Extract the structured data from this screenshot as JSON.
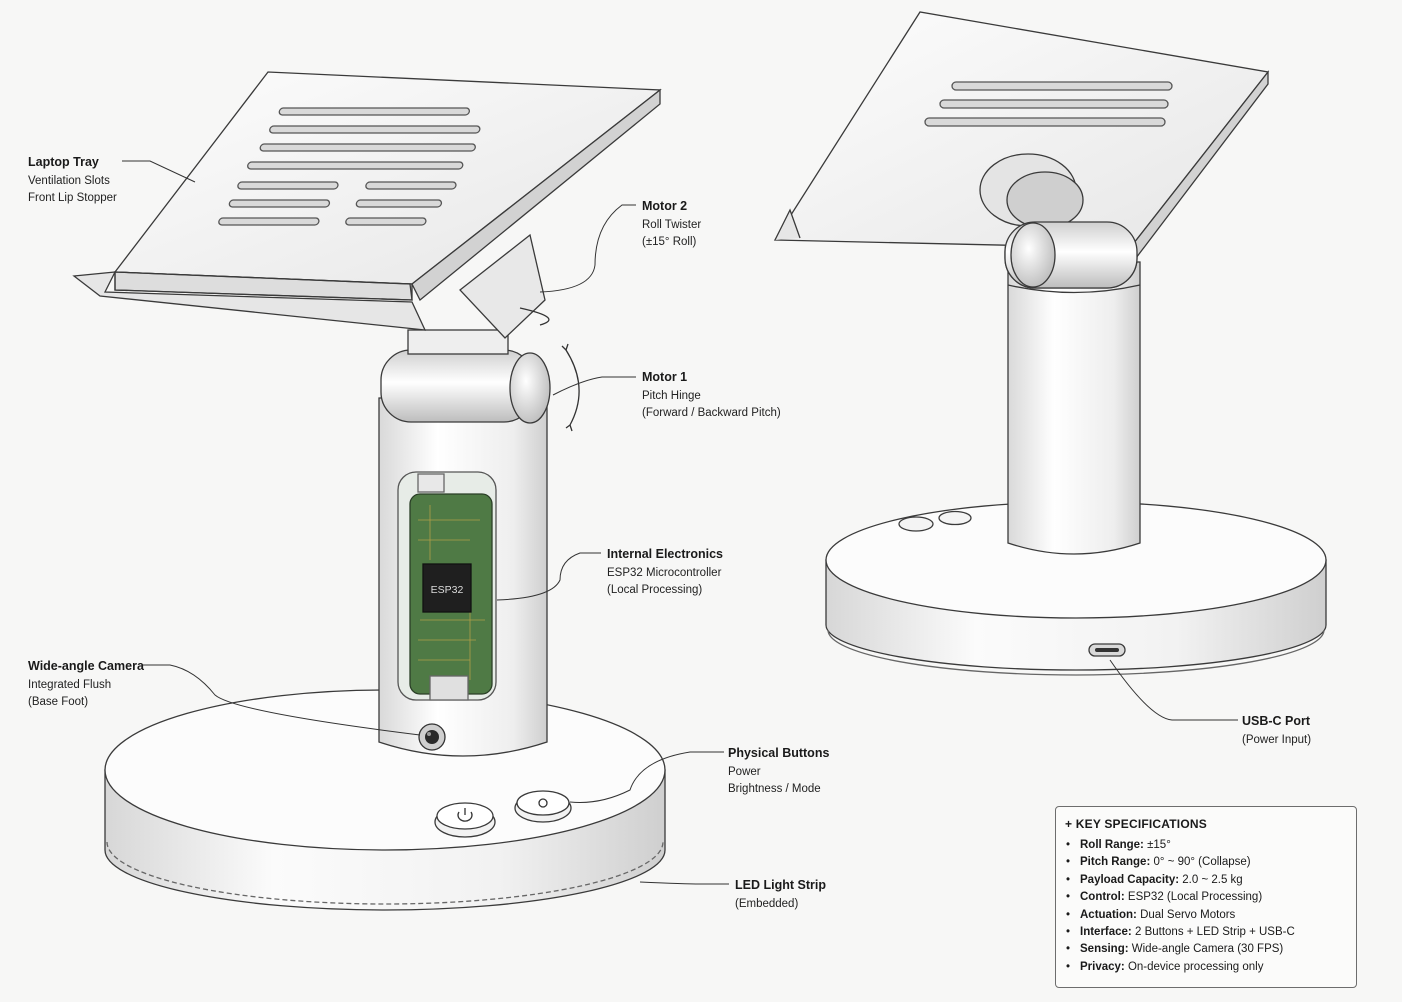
{
  "callouts": {
    "laptop_tray": {
      "title": "Laptop Tray",
      "lines": [
        "Ventilation Slots",
        "Front Lip Stopper"
      ]
    },
    "motor2": {
      "title": "Motor 2",
      "lines": [
        "Roll Twister",
        "(±15° Roll)"
      ]
    },
    "motor1": {
      "title": "Motor 1",
      "lines": [
        "Pitch Hinge",
        "(Forward / Backward Pitch)"
      ]
    },
    "electronics": {
      "title": "Internal Electronics",
      "lines": [
        "ESP32 Microcontroller",
        "(Local Processing)"
      ]
    },
    "camera": {
      "title": "Wide-angle Camera",
      "lines": [
        "Integrated Flush",
        "(Base Foot)"
      ]
    },
    "buttons": {
      "title": "Physical Buttons",
      "lines": [
        "Power",
        "Brightness / Mode"
      ]
    },
    "led": {
      "title": "LED Light Strip",
      "lines": [
        "(Embedded)"
      ]
    },
    "usbc": {
      "title": "USB-C Port",
      "lines": [
        "(Power Input)"
      ]
    }
  },
  "chip_label": "ESP32",
  "specs": {
    "heading": "KEY SPECIFICATIONS",
    "items": [
      {
        "key": "Roll Range:",
        "value": "±15°"
      },
      {
        "key": "Pitch Range:",
        "value": "0° ~ 90° (Collapse)"
      },
      {
        "key": "Payload Capacity:",
        "value": "2.0 ~ 2.5 kg"
      },
      {
        "key": "Control:",
        "value": "ESP32 (Local Processing)"
      },
      {
        "key": "Actuation:",
        "value": "Dual Servo Motors"
      },
      {
        "key": "Interface:",
        "value": "2 Buttons + LED Strip + USB-C"
      },
      {
        "key": "Sensing:",
        "value": "Wide-angle Camera (30 FPS)"
      },
      {
        "key": "Privacy:",
        "value": "On-device processing only"
      }
    ]
  },
  "colors": {
    "line": "#3a3a3a",
    "board": "#4f7a45",
    "surface": "#ffffff"
  }
}
